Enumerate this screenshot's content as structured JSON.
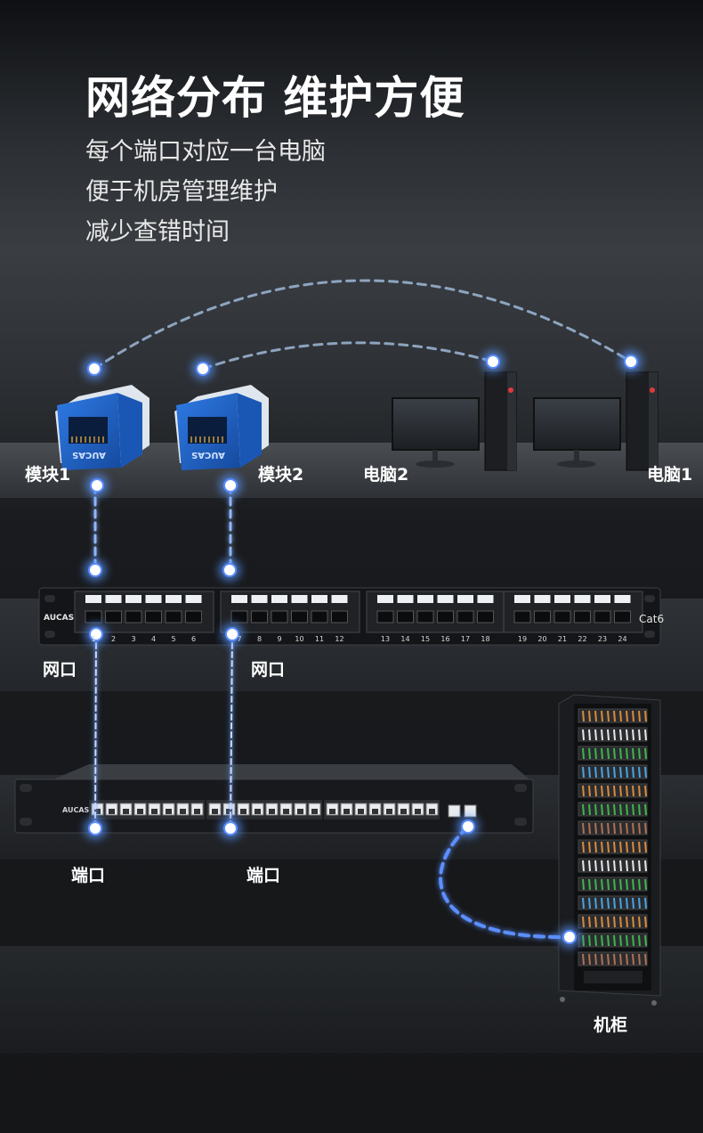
{
  "header": {
    "title": "网络分布 维护方便",
    "lines": [
      "每个端口对应一台电脑",
      "便于机房管理维护",
      "减少查错时间"
    ]
  },
  "labels": {
    "module1": "模块1",
    "module2": "模块2",
    "pc2": "电脑2",
    "pc1": "电脑1",
    "wangkou1": "网口",
    "wangkou2": "网口",
    "duankou1": "端口",
    "duankou2": "端口",
    "cabinet": "机柜"
  },
  "module_brand": "AUCAS",
  "patch_panel": {
    "brand": "AUCAS",
    "category": "Cat6",
    "port_numbers": [
      "1",
      "2",
      "3",
      "4",
      "5",
      "6",
      "7",
      "8",
      "9",
      "10",
      "11",
      "12",
      "13",
      "14",
      "15",
      "16",
      "17",
      "18",
      "19",
      "20",
      "21",
      "22",
      "23",
      "24"
    ]
  },
  "switch": {
    "brand": "AUCAS"
  },
  "colors": {
    "module_blue": "#1f64c8",
    "line_glow": "#6ea2ff",
    "background": "#1b1d20"
  }
}
